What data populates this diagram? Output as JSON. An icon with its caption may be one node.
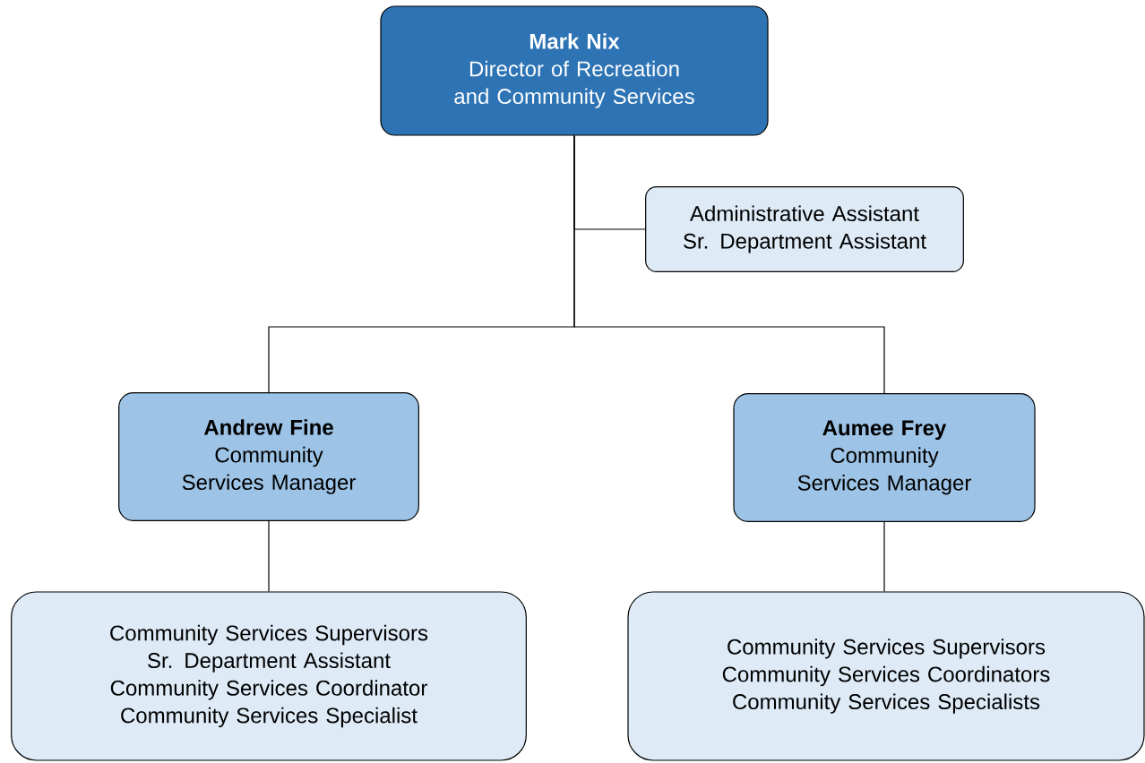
{
  "diagram": {
    "nodes": [
      {
        "text": [
          "Mark Nix",
          "Director of Recreation and Community Services"
        ]
      },
      {
        "text": [
          "Administrative Assistant",
          "Sr. Department Assistant"
        ]
      },
      {
        "text": [
          "Andrew Fine",
          "Community Services Manager"
        ]
      },
      {
        "text": [
          "Aumee Frey",
          "Community Services Manager"
        ]
      },
      {
        "text": [
          "Community Services Supervisors",
          "Sr. Department Assistant",
          "Community Services Coordinator",
          "Community Services Specialist"
        ]
      },
      {
        "text": [
          "Community Services Supervisors",
          "Community Services Coordinators",
          "Community Services Specialists"
        ]
      }
    ],
    "edges": [
      {
        "from": 0,
        "to": 1,
        "arrow": "none"
      },
      {
        "from": 0,
        "to": 2,
        "arrow": "none"
      },
      {
        "from": 0,
        "to": 3,
        "arrow": "none"
      },
      {
        "from": 2,
        "to": 4,
        "arrow": "none"
      },
      {
        "from": 3,
        "to": 5,
        "arrow": "none"
      }
    ]
  }
}
